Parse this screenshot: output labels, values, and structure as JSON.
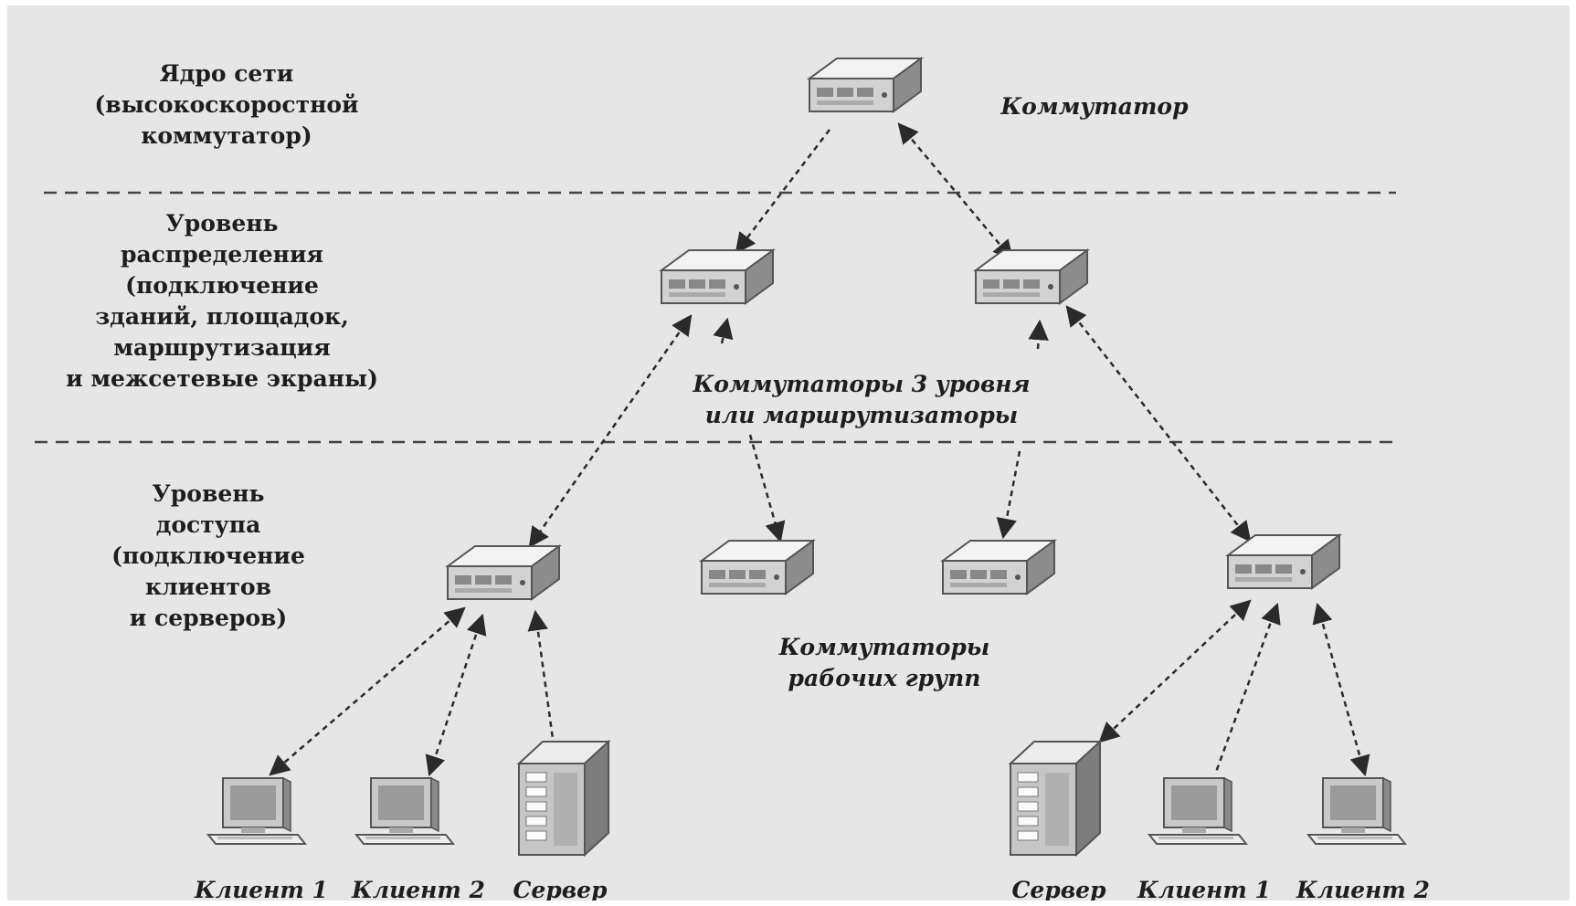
{
  "layers": {
    "core_label": "Ядро сети\n(высокоскоростной\nкоммутатор)",
    "distribution_label": "Уровень\nраспределения\n(подключение\nзданий, площадок,\nмаршрутизация\nи межсетевые экраны)",
    "access_label": "Уровень\nдоступа\n(подключение\nклиентов\nи серверов)"
  },
  "nodes": {
    "core_switch_label": "Коммутатор",
    "distribution_switches_label": "Коммутаторы 3 уровня\nили маршрутизаторы",
    "access_switches_label": "Коммутаторы\nрабочих групп",
    "left_client1_label": "Клиент 1",
    "left_client2_label": "Клиент 2",
    "left_server_label": "Сервер",
    "right_server_label": "Сервер",
    "right_client1_label": "Клиент 1",
    "right_client2_label": "Клиент 2"
  },
  "colors": {
    "background": "#e6e6e6",
    "line": "#2a2a2a",
    "device_top": "#f2f2f2",
    "device_front": "#cfcfcf",
    "device_side": "#8a8a8a"
  },
  "icons": {
    "switch": "network-switch-icon",
    "server": "tower-server-icon",
    "client": "desktop-computer-icon"
  }
}
